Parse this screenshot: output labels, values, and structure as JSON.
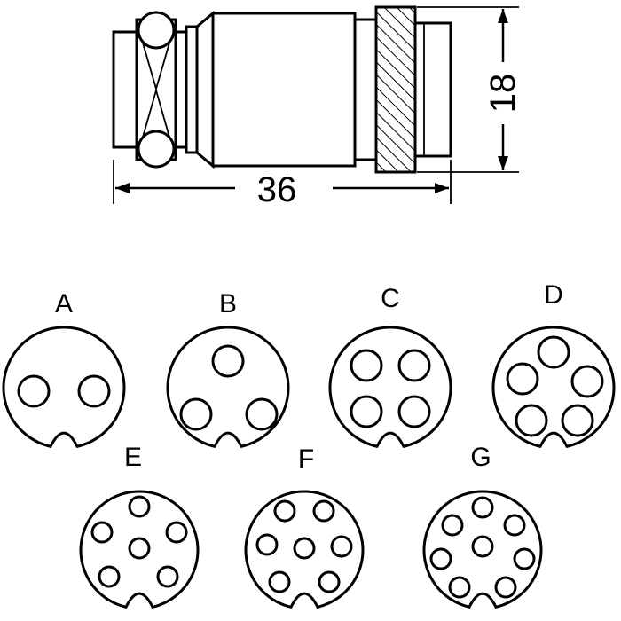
{
  "dimensions": {
    "length": "36",
    "height": "18"
  },
  "connectors": [
    {
      "label": "A",
      "pins": 2
    },
    {
      "label": "B",
      "pins": 3
    },
    {
      "label": "C",
      "pins": 4
    },
    {
      "label": "D",
      "pins": 5
    },
    {
      "label": "E",
      "pins": 6
    },
    {
      "label": "F",
      "pins": 7
    },
    {
      "label": "G",
      "pins": 8
    }
  ]
}
